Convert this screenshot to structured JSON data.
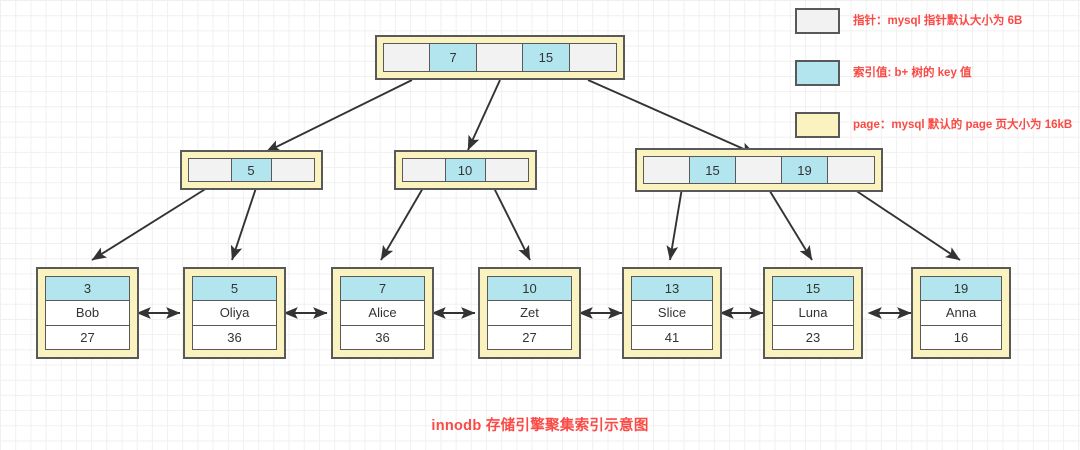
{
  "caption": "innodb 存储引擎聚集索引示意图",
  "colors": {
    "pointer": "#f2f2f2",
    "index_key": "#b2e5ee",
    "page": "#faf3c0",
    "stroke": "#595959",
    "accent_text": "#fb4a45",
    "grid": "#f0f0f0"
  },
  "legend": {
    "items": [
      {
        "swatch": "#f2f2f2",
        "label": "指针：mysql 指针默认大小为 6B",
        "name": "pointer"
      },
      {
        "swatch": "#b2e5ee",
        "label": "索引值: b+ 树的 key 值",
        "name": "index-value"
      },
      {
        "swatch": "#faf3c0",
        "label": "page：mysql 默认的 page 页大小为 16kB",
        "name": "page"
      }
    ]
  },
  "tree": {
    "root": {
      "name": "root-node",
      "slots": [
        {
          "type": "ptr",
          "text": ""
        },
        {
          "type": "key",
          "text": "7"
        },
        {
          "type": "ptr",
          "text": ""
        },
        {
          "type": "key",
          "text": "15"
        },
        {
          "type": "ptr",
          "text": ""
        }
      ]
    },
    "internal": [
      {
        "name": "internal-node-left",
        "slots": [
          {
            "type": "ptr",
            "text": ""
          },
          {
            "type": "key",
            "text": "5"
          },
          {
            "type": "ptr",
            "text": ""
          }
        ]
      },
      {
        "name": "internal-node-middle",
        "slots": [
          {
            "type": "ptr",
            "text": ""
          },
          {
            "type": "key",
            "text": "10"
          },
          {
            "type": "ptr",
            "text": ""
          }
        ]
      },
      {
        "name": "internal-node-right",
        "slots": [
          {
            "type": "ptr",
            "text": ""
          },
          {
            "type": "key",
            "text": "15"
          },
          {
            "type": "ptr",
            "text": ""
          },
          {
            "type": "key",
            "text": "19"
          },
          {
            "type": "ptr",
            "text": ""
          }
        ]
      }
    ],
    "leaves": [
      {
        "key": "3",
        "name": "Bob",
        "value": "27"
      },
      {
        "key": "5",
        "name": "Oliya",
        "value": "36"
      },
      {
        "key": "7",
        "name": "Alice",
        "value": "36"
      },
      {
        "key": "10",
        "name": "Zet",
        "value": "27"
      },
      {
        "key": "13",
        "name": "Slice",
        "value": "41"
      },
      {
        "key": "15",
        "name": "Luna",
        "value": "23"
      },
      {
        "key": "19",
        "name": "Anna",
        "value": "16"
      }
    ]
  }
}
